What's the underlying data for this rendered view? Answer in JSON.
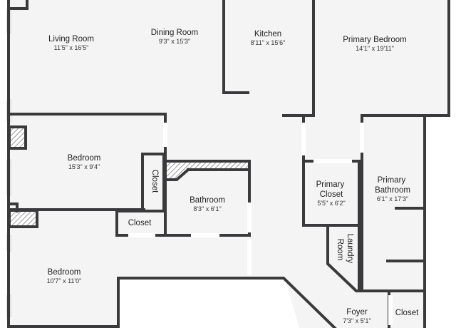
{
  "colors": {
    "wall": "#3a3a3c",
    "floor": "#f4f4f4",
    "background": "#ffffff",
    "hatch": "#777777"
  },
  "rooms": [
    {
      "id": "living-room",
      "name": "Living Room",
      "dims": "11'5\" x 16'5\""
    },
    {
      "id": "dining-room",
      "name": "Dining Room",
      "dims": "9'3\" x 15'3\""
    },
    {
      "id": "kitchen",
      "name": "Kitchen",
      "dims": "8'11\" x 15'6\""
    },
    {
      "id": "primary-bedroom",
      "name": "Primary Bedroom",
      "dims": "14'1\" x 19'11\""
    },
    {
      "id": "bedroom-1",
      "name": "Bedroom",
      "dims": "15'3\" x 9'4\""
    },
    {
      "id": "closet-vertical",
      "name": "Closet",
      "dims": ""
    },
    {
      "id": "bathroom",
      "name": "Bathroom",
      "dims": "8'3\" x 6'1\""
    },
    {
      "id": "closet-small",
      "name": "Closet",
      "dims": ""
    },
    {
      "id": "primary-closet",
      "name": "Primary Closet",
      "dims": "5'5\" x 6'2\""
    },
    {
      "id": "primary-bathroom",
      "name": "Primary Bathroom",
      "dims": "6'1\" x 17'3\""
    },
    {
      "id": "laundry-room",
      "name": "Laundry Room",
      "dims": ""
    },
    {
      "id": "bedroom-2",
      "name": "Bedroom",
      "dims": "10'7\" x 11'0\""
    },
    {
      "id": "foyer",
      "name": "Foyer",
      "dims": "7'3\" x 5'1\""
    },
    {
      "id": "closet-foyer",
      "name": "Closet",
      "dims": ""
    }
  ]
}
